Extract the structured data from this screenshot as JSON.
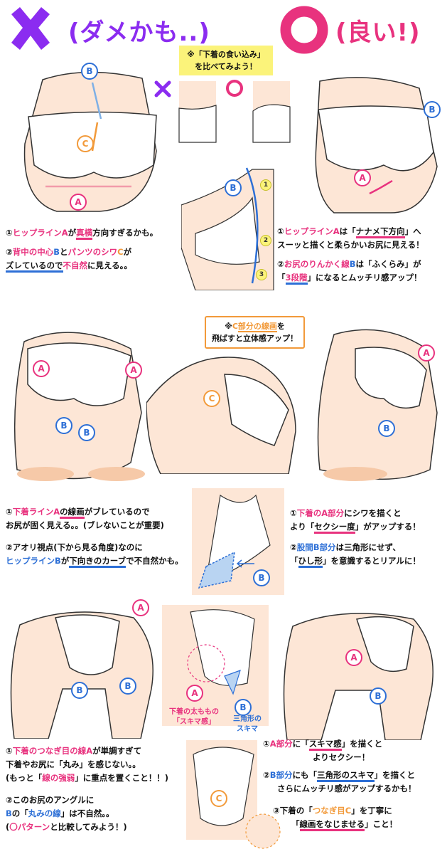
{
  "colors": {
    "bad": "#8b2cf0",
    "good": "#e8327e",
    "blue": "#2d6fd6",
    "orange": "#f29a3a",
    "skin": "#fde6d6",
    "note_yellow": "#fbf37a"
  },
  "header": {
    "bad_icon": "cross-icon",
    "bad_label": "(ダメかも..)",
    "good_icon": "circle-icon",
    "good_label": "(良い!)",
    "compare_note": [
      "※「下着の食い込み」",
      "を比べてみよう！"
    ]
  },
  "markers": {
    "A": "A",
    "B": "B",
    "C": "C",
    "one": "1",
    "two": "2",
    "three": "3"
  },
  "section1": {
    "bad": {
      "l1": [
        "①",
        "ヒップライン",
        "A",
        "が",
        "真横",
        "方向すぎるかも。"
      ],
      "l2": [
        "②",
        "背中の中心",
        "B",
        "と",
        "パンツのシワ",
        "C",
        "が"
      ],
      "l3": [
        "ズレているので",
        "不自然",
        "に見える。。"
      ]
    },
    "good": {
      "l1": [
        "①",
        "ヒップライン",
        "A",
        "は「",
        "ナナメ下方向",
        "」へ"
      ],
      "l2": "スーッと描くと柔らかいお尻に見える！",
      "l3": [
        "②",
        "お尻のりんかく線",
        "B",
        "は「ふくらみ」が"
      ],
      "l4": [
        "「",
        "3段階",
        "」になるとムッチリ感アップ！"
      ]
    }
  },
  "section2": {
    "note": [
      "※",
      "C",
      "部分の線画",
      "を",
      "飛ばすと立体感アップ！"
    ],
    "bad": {
      "l1": [
        "①",
        "下着ライン",
        "A",
        "の線画",
        "がブレているので"
      ],
      "l2": "お尻が固く見える。。(ブレないことが重要)",
      "l3": "②アオリ視点(下から見る角度)なのに",
      "l4": [
        "ヒップライン",
        "B",
        "が",
        "下向きのカーブ",
        "で不自然かも。"
      ]
    },
    "good": {
      "l1": [
        "①",
        "下着の",
        "A",
        "部分",
        "にシワを描くと"
      ],
      "l2": [
        "より「",
        "セクシー度",
        "」がアップする！"
      ],
      "l3": [
        "②",
        "股間",
        "B",
        "部分",
        "は三角形にせず、"
      ],
      "l4": [
        "「",
        "ひし形",
        "」を意識するとリアルに！"
      ]
    }
  },
  "section3": {
    "tag_a": [
      "下着の太ももの",
      "「スキマ感」"
    ],
    "tag_b": [
      "三角形の",
      "スキマ"
    ],
    "bad": {
      "l1": [
        "①",
        "下着のつなぎ目の線",
        "A",
        "が単調すぎて"
      ],
      "l2": "下着やお尻に「丸み」を感じない。。",
      "l3": [
        "(もっと「",
        "線の強弱",
        "」に重点を置くこと！！)"
      ],
      "l4": "②このお尻のアングルに",
      "l5": [
        "B",
        "の「",
        "丸みの線",
        "」は不自然。。"
      ],
      "l6": [
        "(",
        "〇パターン",
        "と比較してみよう！)"
      ]
    },
    "good": {
      "l1": [
        "①",
        "A",
        "部分",
        "に「",
        "スキマ感",
        "」を描くと"
      ],
      "l2": "よりセクシー！",
      "l3": [
        "②",
        "B",
        "部分",
        "にも「",
        "三角形のスキマ",
        "」を描くと"
      ],
      "l4": "さらにムッチリ感がアップするかも！",
      "l5": [
        "③下着の「",
        "つなぎ目",
        "C",
        "」を丁寧に"
      ],
      "l6": [
        "「",
        "線画をなじませる",
        "」こと！"
      ]
    }
  }
}
